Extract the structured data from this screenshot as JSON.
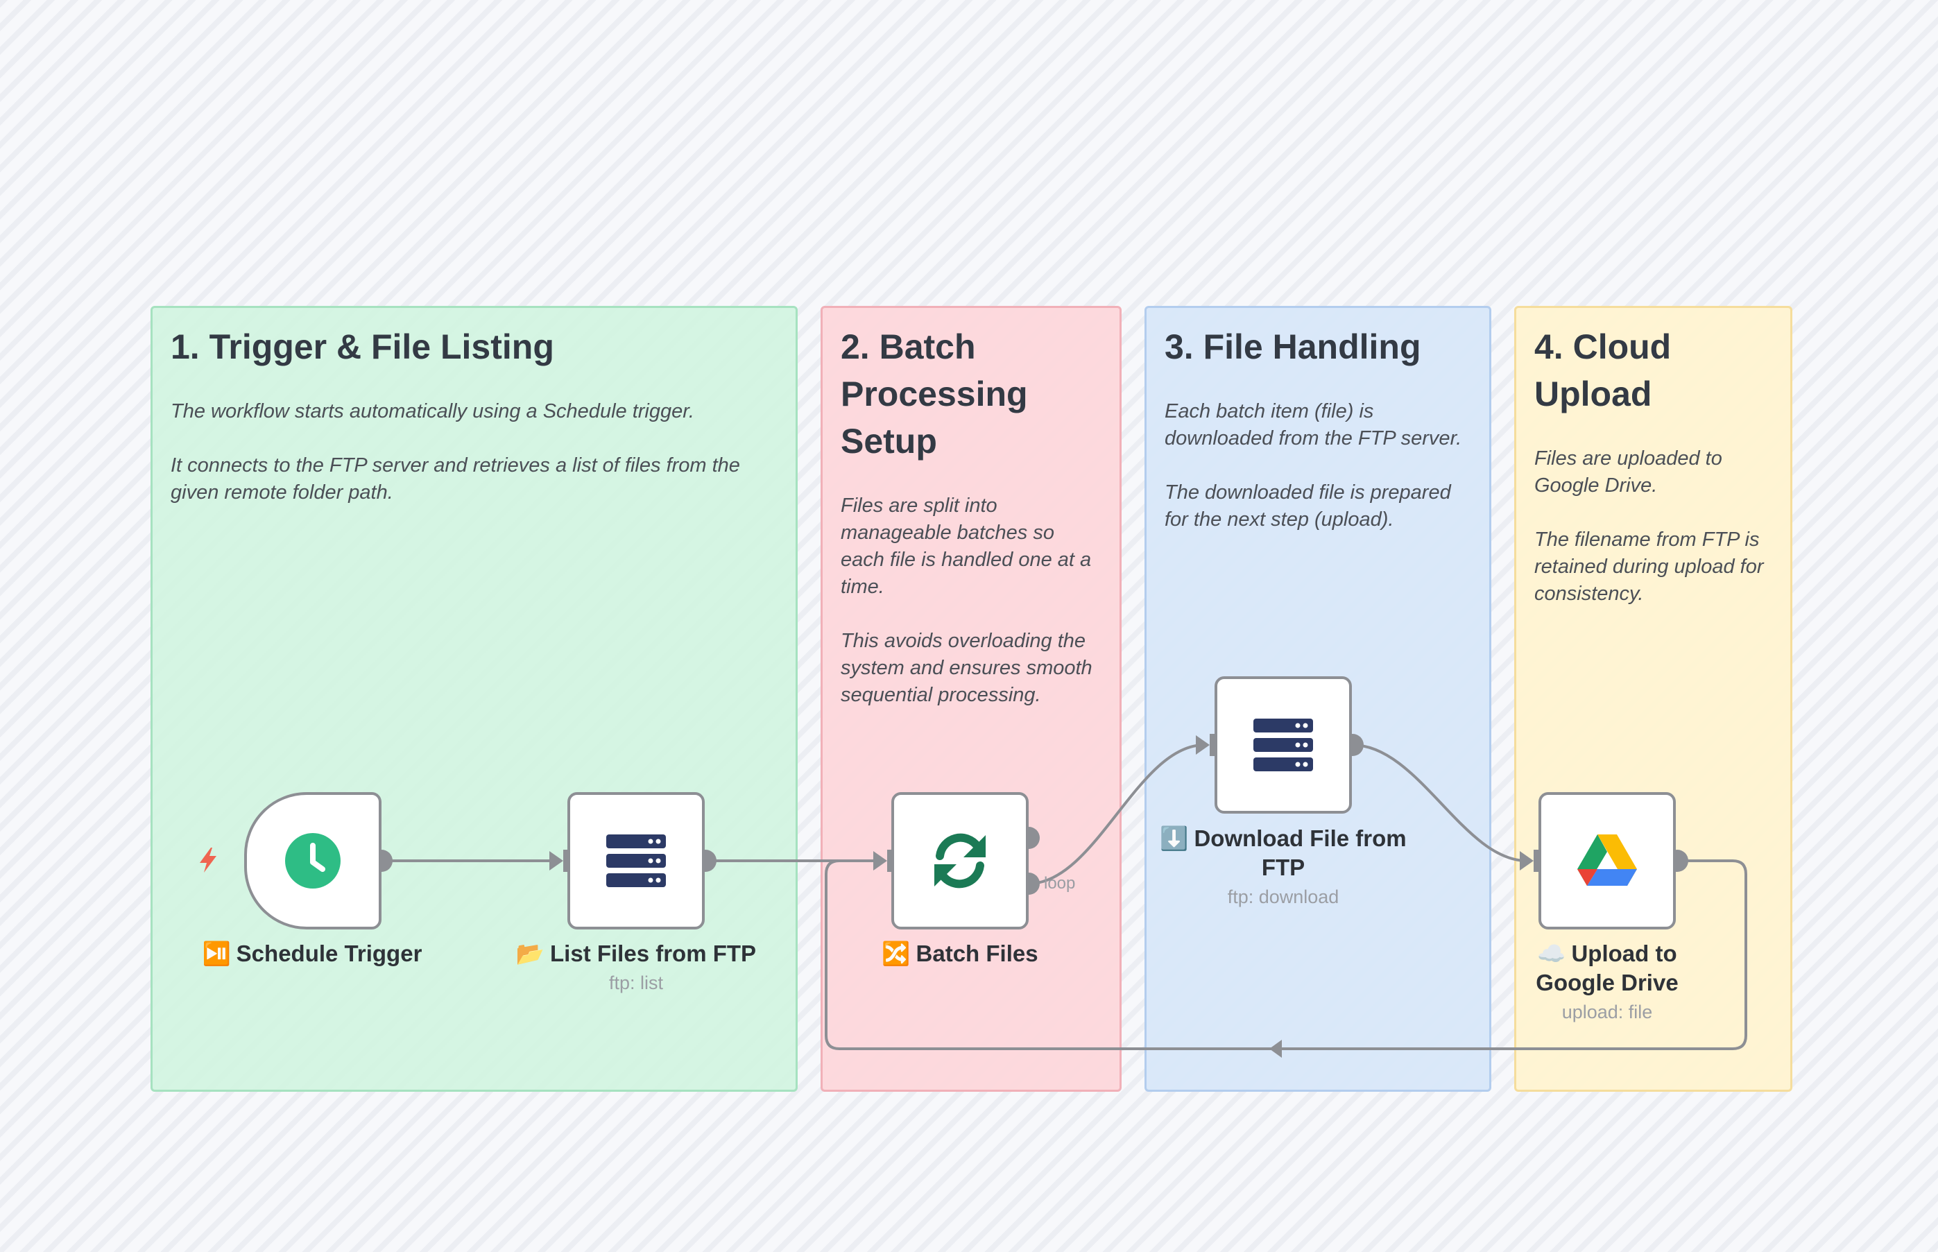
{
  "stickies": [
    {
      "id": "trigger",
      "title": "1. Trigger & File Listing",
      "paragraphs": [
        "The workflow starts automatically using a Schedule trigger.",
        "It connects to the FTP server and retrieves a list of files from the given remote folder path."
      ]
    },
    {
      "id": "batch",
      "title": "2. Batch Processing Setup",
      "paragraphs": [
        "Files are split into manageable batches so each file is handled one at a time.",
        "This avoids overloading the system and ensures smooth sequential processing."
      ]
    },
    {
      "id": "file",
      "title": "3. File Handling",
      "paragraphs": [
        "Each batch item (file) is downloaded from the FTP server.",
        "The downloaded file is prepared for the next step (upload)."
      ]
    },
    {
      "id": "cloud",
      "title": "4. Cloud Upload",
      "paragraphs": [
        "Files are uploaded to Google Drive.",
        "The filename from FTP is retained during upload for consistency."
      ]
    }
  ],
  "nodes": {
    "schedule_trigger": {
      "emoji": "⏯️",
      "label": "Schedule Trigger",
      "icon": "clock-icon"
    },
    "list_files": {
      "emoji": "📂",
      "label": "List Files from FTP",
      "subtitle": "ftp: list",
      "icon": "server-icon"
    },
    "batch_files": {
      "emoji": "🔀",
      "label": "Batch Files",
      "icon": "refresh-icon"
    },
    "download_file": {
      "emoji": "⬇️",
      "label": "Download File from FTP",
      "subtitle": "ftp: download",
      "icon": "server-icon"
    },
    "upload_drive": {
      "emoji": "☁️",
      "label": "Upload to Google Drive",
      "subtitle": "upload: file",
      "icon": "google-drive-icon"
    }
  },
  "connections": {
    "loop_label": "loop"
  },
  "colors": {
    "trigger_green": "#2ebd85",
    "server_navy": "#2c3a66",
    "refresh_green": "#1b7a55",
    "bolt": "#ef6450",
    "wire": "#8d8f94"
  }
}
